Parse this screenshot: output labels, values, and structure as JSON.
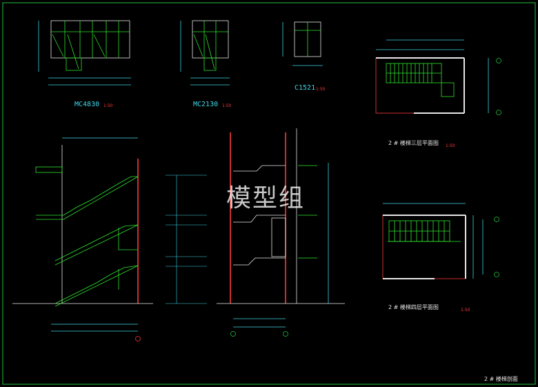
{
  "drawing": {
    "window_labels": {
      "mc4830": "MC4830",
      "mc2130": "MC2130",
      "c1521": "C1521"
    },
    "scale_note": "1:50",
    "stair_third_floor_title": "2 # 楼梯三层平面图",
    "stair_fourth_floor_title": "2 # 楼梯四层平面图",
    "stair_section_title": "2 # 楼梯剖面",
    "watermark": "模型组"
  },
  "colors": {
    "background": "#000000",
    "frame": "#23c23b",
    "wall": "#ffffff",
    "stair": "#2fe82f",
    "dimension": "#3fd5e8",
    "accent": "#ff3b3b"
  }
}
